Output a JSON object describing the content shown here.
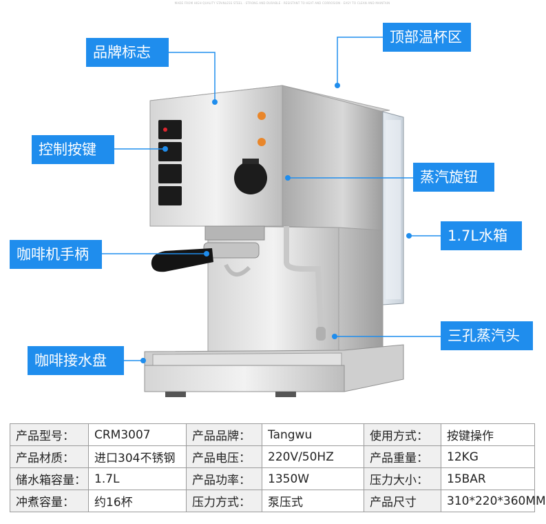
{
  "fineprint": "MADE FROM HIGH QUALITY STAINLESS STEEL · STRONG AND DURABLE · RESISTANT TO HEAT AND CORROSION · EASY TO CLEAN AND MAINTAIN",
  "accent_color": "#1f8ded",
  "callouts": {
    "brand_logo": "品牌标志",
    "cup_warmer": "顶部温杯区",
    "control_buttons": "控制按键",
    "steam_knob": "蒸汽旋钮",
    "water_tank": "1.7L水箱",
    "portafilter": "咖啡机手柄",
    "steam_wand": "三孔蒸汽头",
    "drip_tray": "咖啡接水盘"
  },
  "specs": [
    [
      {
        "k": "产品型号：",
        "v": "CRM3007"
      },
      {
        "k": "产品品牌：",
        "v": "Tangwu"
      },
      {
        "k": "使用方式：",
        "v": "按键操作"
      }
    ],
    [
      {
        "k": "产品材质：",
        "v": "进口304不锈钢"
      },
      {
        "k": "产品电压：",
        "v": "220V/50HZ"
      },
      {
        "k": "产品重量：",
        "v": "12KG"
      }
    ],
    [
      {
        "k": "储水箱容量：",
        "v": "1.7L"
      },
      {
        "k": "产品功率：",
        "v": "1350W"
      },
      {
        "k": "压力大小：",
        "v": "15BAR"
      }
    ],
    [
      {
        "k": "冲煮容量：",
        "v": "约16杯"
      },
      {
        "k": "压力方式：",
        "v": "泵压式"
      },
      {
        "k": "产品尺寸",
        "v": "310*220*360MM"
      }
    ]
  ]
}
